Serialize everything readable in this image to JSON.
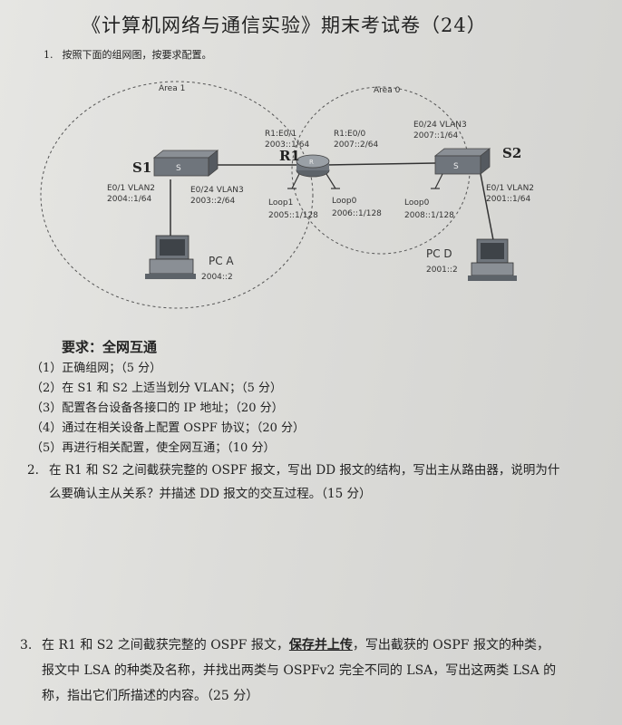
{
  "title": "《计算机网络与通信实验》期末考试卷（24）",
  "q1": {
    "number": "1.",
    "text": "按照下面的组网图，按要求配置。"
  },
  "topology": {
    "areas": [
      "Area 1",
      "Area 0"
    ],
    "devices": {
      "s1": "S1",
      "r1": "R1",
      "s2": "S2",
      "pca": "PC A",
      "pcd": "PC D"
    },
    "labels": {
      "s1_e01": "E0/1 VLAN2",
      "s1_e01_ip": "2004::1/64",
      "s1_e024": "E0/24 VLAN3",
      "s1_e024_ip": "2003::2/64",
      "r1_e01": "R1:E0/1",
      "r1_e01_ip": "2003::1/64",
      "r1_e00": "R1:E0/0",
      "r1_e00_ip": "2007::2/64",
      "s2_e024": "E0/24 VLAN3",
      "s2_e024_ip": "2007::1/64",
      "s2_e01": "E0/1 VLAN2",
      "s2_e01_ip": "2001::1/64",
      "r1_loop1": "Loop1",
      "r1_loop1_ip": "2005::1/128",
      "r1_loop0": "Loop0",
      "r1_loop0_ip": "2006::1/128",
      "s2_loop0": "Loop0",
      "s2_loop0_ip": "2008::1/128",
      "pca_ip": "2004::2",
      "pcd_ip": "2001::2"
    }
  },
  "requirements": {
    "heading": "要求：全网互通",
    "items": [
      "（1）正确组网；（5 分）",
      "（2）在 S1 和 S2 上适当划分 VLAN；（5 分）",
      "（3）配置各台设备各接口的 IP 地址；（20 分）",
      "（4）通过在相关设备上配置 OSPF 协议；（20 分）",
      "（5）再进行相关配置，使全网互通；（10 分）"
    ]
  },
  "q2": {
    "number": "2.",
    "line1": "在 R1 和 S2 之间截获完整的 OSPF 报文，写出 DD 报文的结构，写出主从路由器，说明为什",
    "line2": "么要确认主从关系？并描述 DD 报文的交互过程。（15 分）"
  },
  "q3": {
    "number": "3.",
    "line1_a": "在 R1 和 S2 之间截获完整的 OSPF 报文，",
    "line1_em": "保存并上传",
    "line1_b": "，写出截获的 OSPF 报文的种类，",
    "line2": "报文中 LSA 的种类及名称，并找出两类与 OSPFv2 完全不同的 LSA，写出这两类 LSA 的",
    "line3": "称，指出它们所描述的内容。（25 分）"
  }
}
